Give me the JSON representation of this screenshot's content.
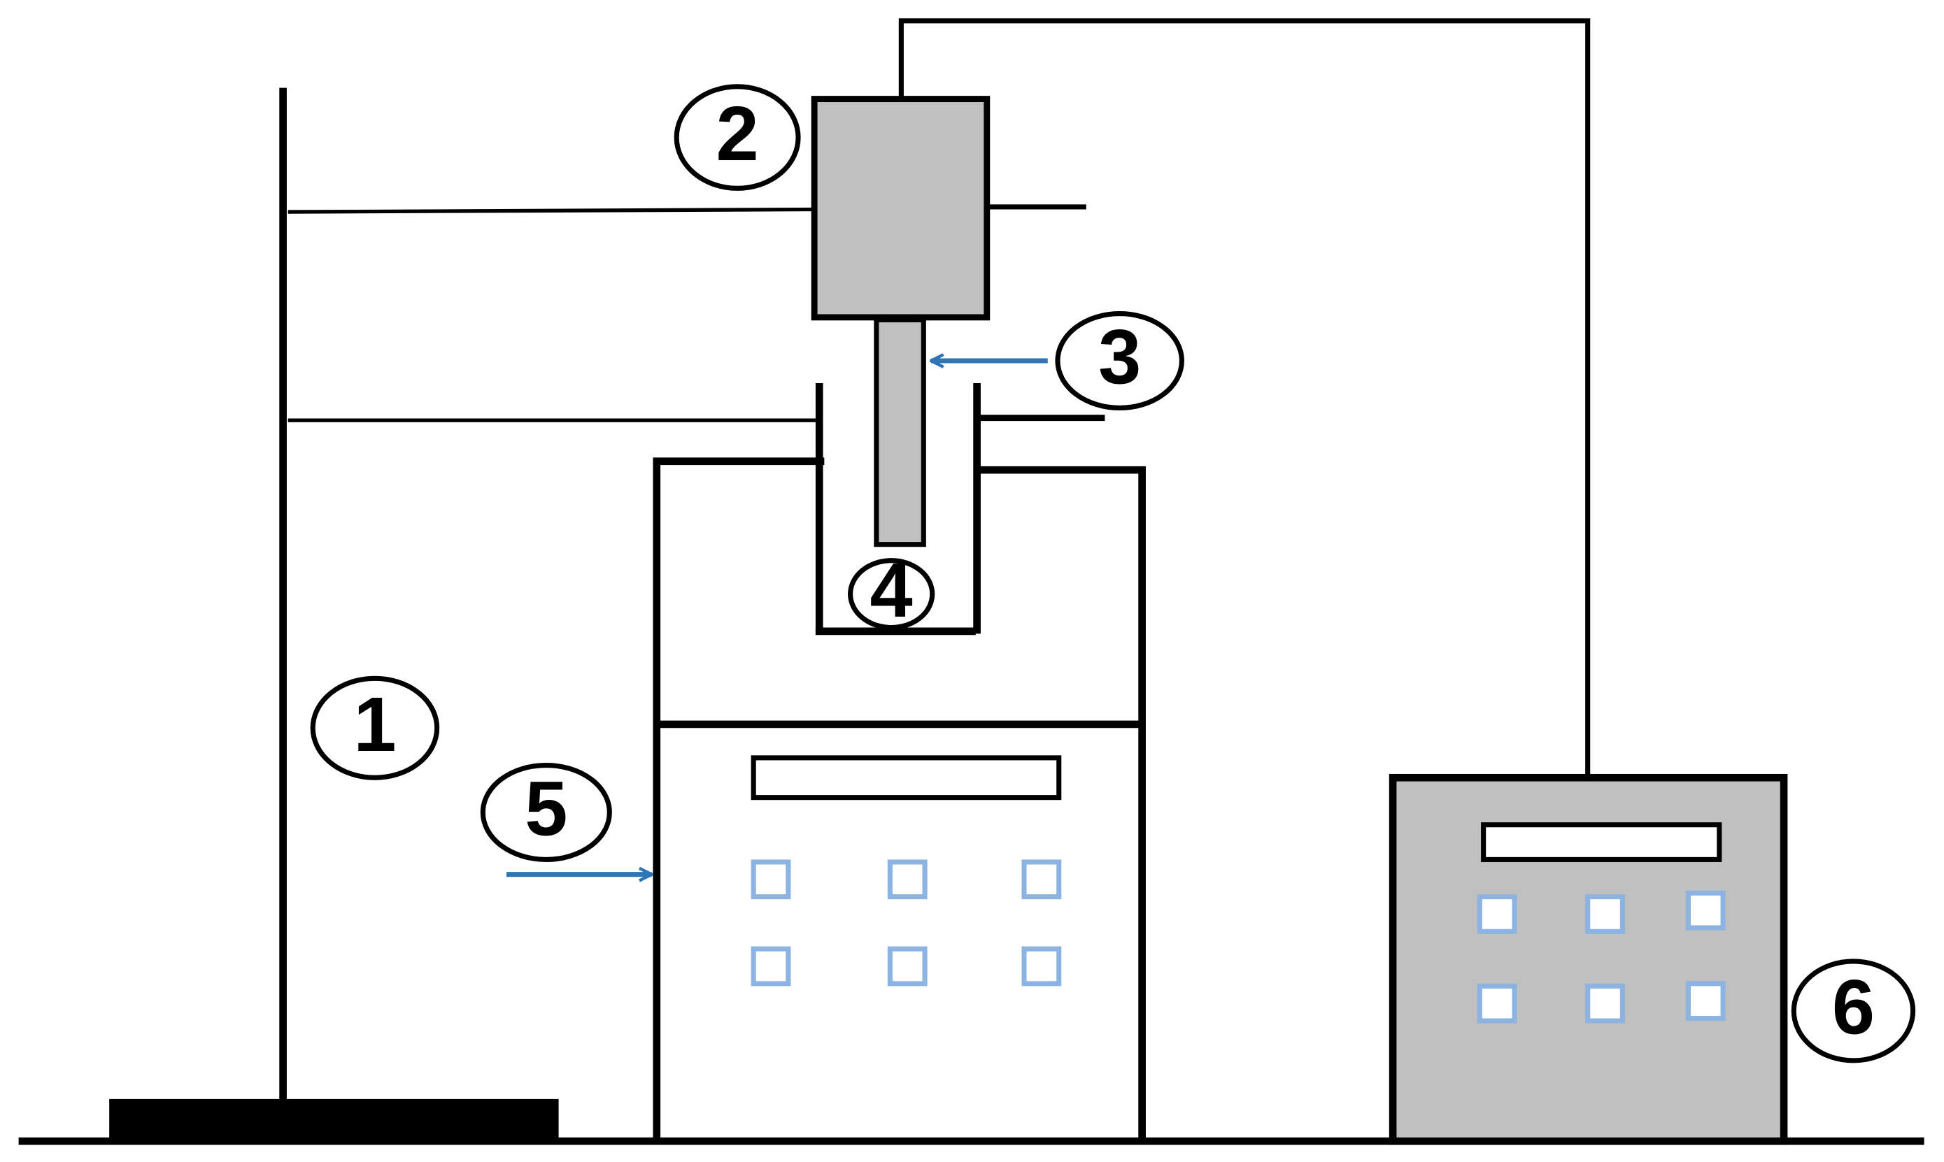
{
  "colors": {
    "line": "#000000",
    "device_fill": "#c0c0c0",
    "arrow": "#2e75b6",
    "button": "#8db3e2",
    "background": "#ffffff"
  },
  "labels": {
    "1": "1",
    "2": "2",
    "3": "3",
    "4": "4",
    "5": "5",
    "6": "6"
  }
}
